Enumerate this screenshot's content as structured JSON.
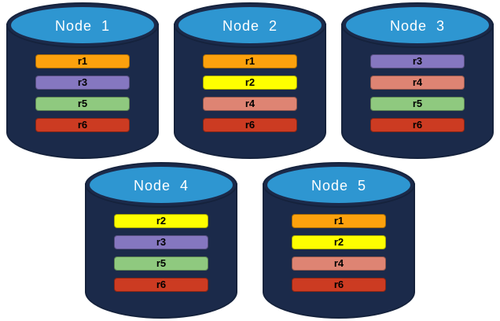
{
  "diagram": {
    "description": "Five database node cylinders holding colored replica partitions",
    "background_color": "#FFFFFF",
    "cylinder_body_color": "#1B2A4A",
    "cylinder_top_color": "#2E96D1",
    "cylinder_outline_color": "#15223C",
    "title_text_color": "#FFFFFF",
    "bar_text_color": "#000000"
  },
  "replica_colors": {
    "r1": "#FCA10D",
    "r2": "#FEFE00",
    "r3": "#8577C0",
    "r4": "#DE8473",
    "r5": "#8FC97F",
    "r6": "#CC3B22"
  },
  "nodes": [
    {
      "title": "Node  1",
      "row": "top",
      "replicas": [
        "r1",
        "r3",
        "r5",
        "r6"
      ]
    },
    {
      "title": "Node  2",
      "row": "top",
      "replicas": [
        "r1",
        "r2",
        "r4",
        "r6"
      ]
    },
    {
      "title": "Node  3",
      "row": "top",
      "replicas": [
        "r3",
        "r4",
        "r5",
        "r6"
      ]
    },
    {
      "title": "Node  4",
      "row": "bottom",
      "replicas": [
        "r2",
        "r3",
        "r5",
        "r6"
      ]
    },
    {
      "title": "Node  5",
      "row": "bottom",
      "replicas": [
        "r1",
        "r2",
        "r4",
        "r6"
      ]
    }
  ]
}
